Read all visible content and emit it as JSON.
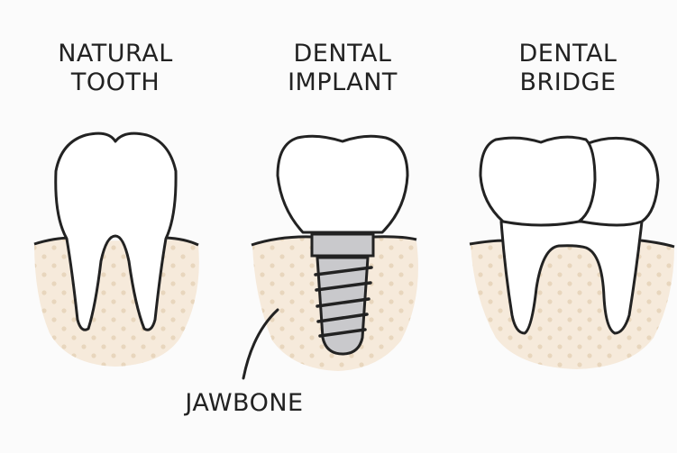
{
  "panels": [
    {
      "title_line1": "NATURAL",
      "title_line2": "TOOTH"
    },
    {
      "title_line1": "DENTAL",
      "title_line2": "IMPLANT"
    },
    {
      "title_line1": "DENTAL",
      "title_line2": "BRIDGE"
    }
  ],
  "callout": {
    "label": "JAWBONE"
  },
  "colors": {
    "background": "#fbfbfb",
    "bone": "#f6eadb",
    "bone_dots": "#e8d6bd",
    "outline": "#222222",
    "enamel": "#ffffff",
    "implant_metal": "#c9c9cc"
  }
}
